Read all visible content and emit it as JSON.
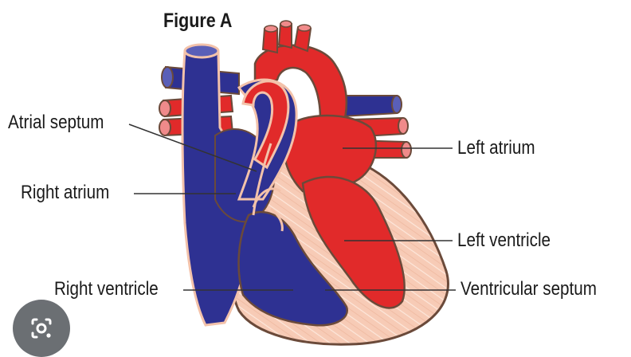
{
  "figure": {
    "title": "Figure A"
  },
  "labels": {
    "atrial_septum": "Atrial septum",
    "right_atrium": "Right atrium",
    "right_ventricle": "Right ventricle",
    "left_atrium": "Left atrium",
    "left_ventricle": "Left ventricle",
    "ventricular_septum": "Ventricular septum"
  },
  "colors": {
    "deoxygenated_blue": "#2e3192",
    "oxygenated_red": "#e12a2a",
    "muscle_tissue": "#f6c6b0",
    "outline": "#6b4a3a"
  },
  "icons": {
    "lens": "camera-search-icon"
  }
}
